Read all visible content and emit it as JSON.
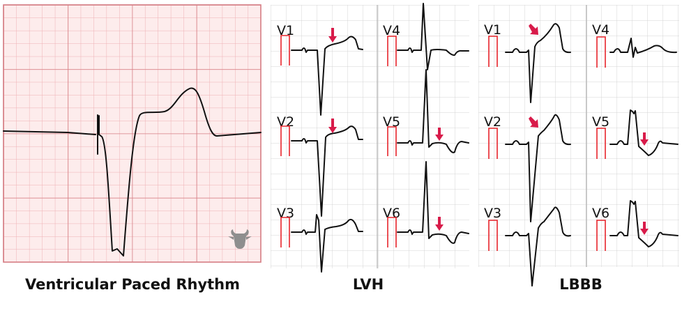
{
  "panels": [
    {
      "caption": "Ventricular Paced Rhythm"
    },
    {
      "caption": "LVH",
      "leads": [
        "V1",
        "V2",
        "V3",
        "V4",
        "V5",
        "V6"
      ]
    },
    {
      "caption": "LBBB",
      "leads": [
        "V1",
        "V2",
        "V3",
        "V4",
        "V5",
        "V6"
      ]
    }
  ],
  "colors": {
    "ecg_paper": "#fdecec",
    "grid_major": "#d9838a",
    "grid_minor": "#eaa8ad",
    "arrow": "#d81b4a",
    "calibration": "#e8242b",
    "trace": "#111111"
  },
  "icons": [
    "cow-logo-icon",
    "arrow-icon"
  ]
}
